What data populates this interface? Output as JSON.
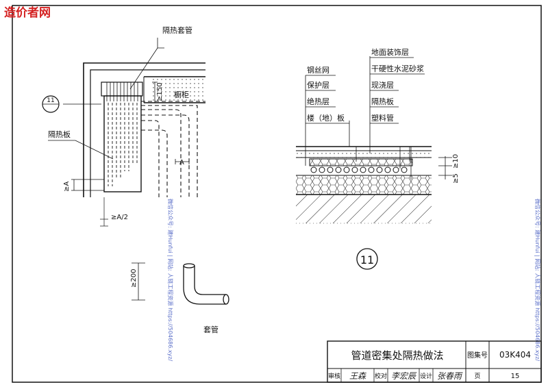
{
  "site_watermark": "造价者网",
  "side_watermark": "微信公众号: 建Hunfui | 网站: 人链工程资源 https://504686.xyz/",
  "left_detail": {
    "sleeve_label": "隔热套管",
    "cabinet_label": "橱柜",
    "insulation_board_label": "隔热板",
    "callout_number": "11",
    "dim_150": "≥150",
    "dim_A": "A",
    "dim_A_left": "≥A",
    "dim_A_half": "≥A/2"
  },
  "sleeve_detail": {
    "dim_200": "≥200",
    "label": "套管"
  },
  "section_detail": {
    "layers_left": [
      "钢丝网",
      "保护层",
      "绝热层",
      "楼（地）板"
    ],
    "layers_right": [
      "地面装饰层",
      "干硬性水泥砂浆",
      "现浇层",
      "隔热板",
      "塑料管"
    ],
    "dim_10": "≥10",
    "dim_5": "≥5",
    "detail_number": "11"
  },
  "title_block": {
    "title": "管道密集处隔热做法",
    "atlas_label": "图集号",
    "atlas_number": "03K404",
    "review_label": "审核",
    "review_sign": "王森",
    "check_label": "校对",
    "check_sign": "李宏辰",
    "design_label": "设计",
    "design_sign": "张春雨",
    "page_label": "页",
    "page_number": "15"
  }
}
